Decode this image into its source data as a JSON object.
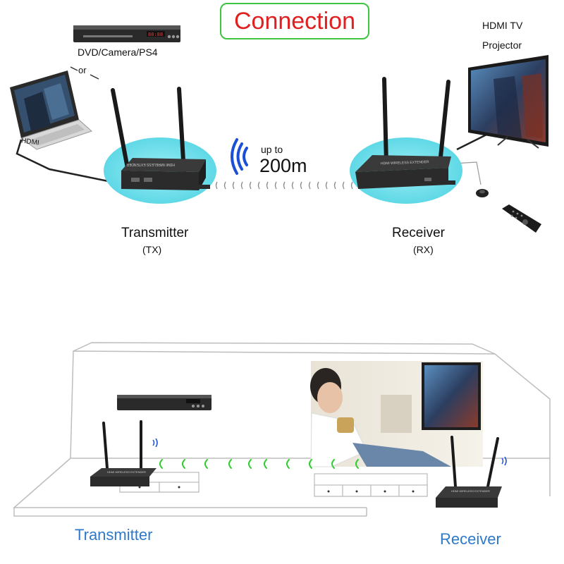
{
  "header": {
    "title": "Connection"
  },
  "top": {
    "source_label": "DVD/Camera/PS4",
    "or_label": "or",
    "hdmi_label": "HDMI",
    "display_label_1": "HDMI TV",
    "display_label_2": "Projector",
    "range_label_1": "up to",
    "range_label_2": "200m",
    "tx_label": "Transmitter",
    "tx_abbr": "(TX)",
    "rx_label": "Receiver",
    "rx_abbr": "(RX)",
    "device_text": "HDMI WIRELESS EXTENDER",
    "dvd_display": "88:88"
  },
  "bottom": {
    "tx_label": "Transmitter",
    "rx_label": "Receiver",
    "device_text": "HDMI WIRELESS EXTENDER"
  },
  "colors": {
    "title_red": "#e02020",
    "title_border": "#3fc43f",
    "halo_cyan": "#5fd8e6",
    "signal_blue": "#1a4fd6",
    "signal_green": "#33cc33",
    "label_blue": "#2e79c9"
  }
}
